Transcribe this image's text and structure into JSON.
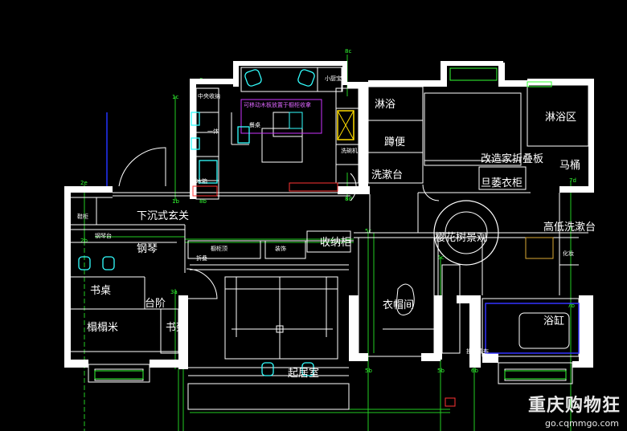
{
  "rooms": {
    "shower": "淋浴",
    "toilet": "蹲便",
    "wash_basin": "洗漱台",
    "folding_board": "改造家折叠板",
    "wardrobe_top": "旦萎衣柜",
    "shower_area": "淋浴区",
    "toilet_right": "马桶",
    "high_low_basin": "高低洗漱台",
    "cherry_view": "樱花树景观",
    "sunken_entrance": "下沉式玄关",
    "storage_cabinet": "收纳柜",
    "piano": "钢琴",
    "desk": "书桌",
    "step": "台阶",
    "tatami": "榻榻米",
    "bookcase": "书架",
    "cloakroom": "衣帽间",
    "bathtub": "浴缸",
    "living_room": "起居室"
  },
  "notes": {
    "n1": "中央收纳",
    "n2": "一体",
    "n3": "冰箱",
    "n4": "可移动木板放置于橱柜收拿",
    "n5": "餐桌",
    "n6": "小厨宝",
    "n7": "洗碗机",
    "n8": "鞋柜",
    "n9": "钢琴台",
    "n10": "橱柜顶",
    "n11": "装饰",
    "n12": "折叠",
    "n13": "投影幕布",
    "n14": "化妆"
  },
  "watermark": {
    "title": "重庆购物狂",
    "url": "go.cqmmgo.com"
  }
}
